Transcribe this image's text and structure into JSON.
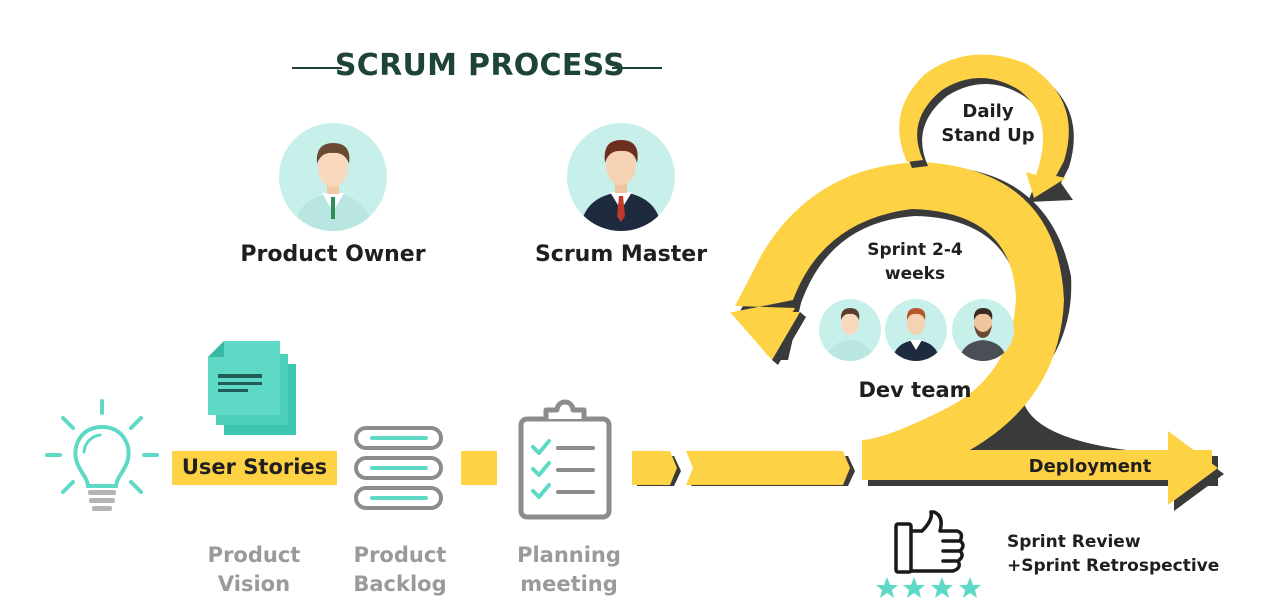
{
  "title": "SCRUM PROCESS",
  "roles": {
    "product_owner": "Product Owner",
    "scrum_master": "Scrum Master"
  },
  "stages": {
    "user_stories": "User Stories",
    "product_vision": [
      "Product",
      "Vision"
    ],
    "product_backlog": [
      "Product",
      "Backlog"
    ],
    "planning_meeting": [
      "Planning",
      "meeting"
    ]
  },
  "cycle": {
    "daily_standup": [
      "Daily",
      "Stand Up"
    ],
    "sprint": [
      "Sprint 2-4",
      "weeks"
    ],
    "dev_team": "Dev team"
  },
  "deployment": "Deployment",
  "review": [
    "Sprint Review",
    "+Sprint Retrospective"
  ],
  "colors": {
    "accent_yellow": "#fdd245",
    "teal": "#5ed9c6",
    "avatar_bg": "#c8f0ea",
    "title": "#1e4436"
  },
  "rating_stars": 4
}
